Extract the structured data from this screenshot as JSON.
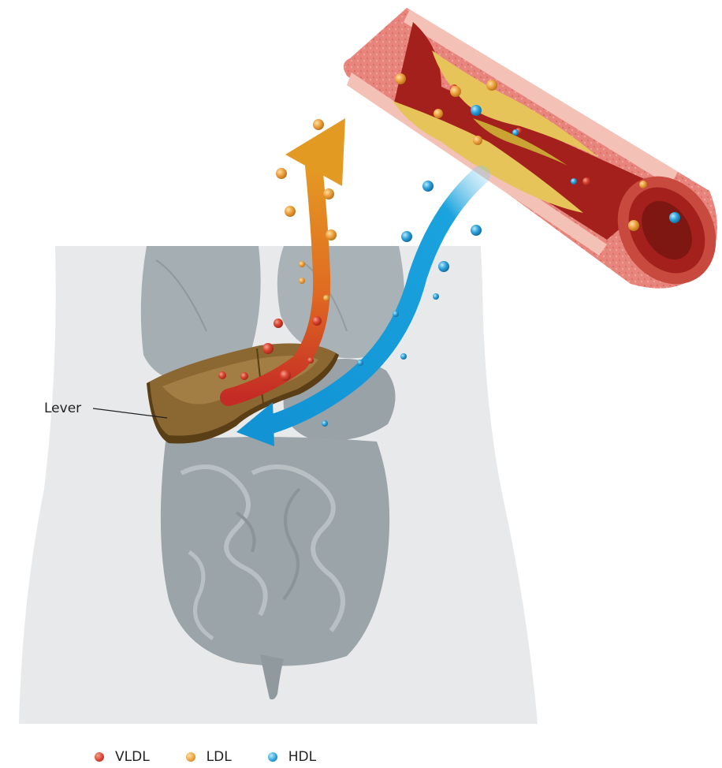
{
  "labels": {
    "liver": "Lever"
  },
  "legend": [
    {
      "name": "VLDL",
      "color": "#d9432f"
    },
    {
      "name": "LDL",
      "color": "#f0a645"
    },
    {
      "name": "HDL",
      "color": "#2ea4dc"
    }
  ],
  "colors": {
    "silhouette": "#e7e9eb",
    "organs": "#a4adb2",
    "liver": "#8a6630",
    "artery_wall": "#e77b75",
    "blood": "#a3201c",
    "plaque": "#e9c95f",
    "vldl_arrow": "#c42b25",
    "ldl_arrow": "#e39a23",
    "hdl_arrow": "#14a0db"
  }
}
